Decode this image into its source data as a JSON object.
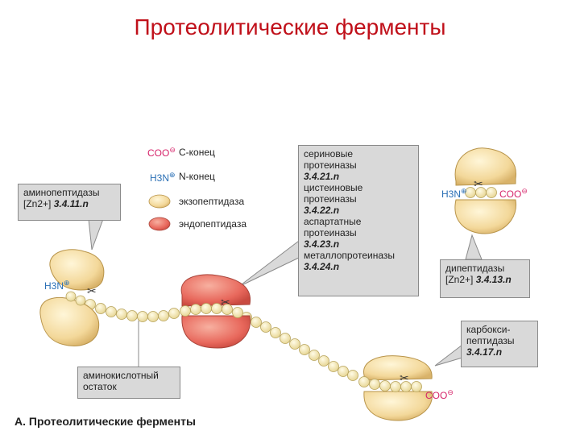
{
  "title": "Протеолитические ферменты",
  "legend": {
    "c_end_label": "С-конец",
    "c_end_symbol": "COO",
    "n_end_label": "N-конец",
    "n_end_symbol": "H3N",
    "exo_label": "экзопептидаза",
    "endo_label": "эндопептидаза"
  },
  "aminopeptidase": {
    "name": "аминопептидазы",
    "cofactor": "[Zn2+]",
    "ec": "3.4.11.n"
  },
  "endo_box": [
    {
      "name": "сериновые",
      "name2": "протеиназы",
      "ec": "3.4.21.n"
    },
    {
      "name": "цистеиновые",
      "name2": "протеиназы",
      "ec": "3.4.22.n"
    },
    {
      "name": "аспартатные",
      "name2": "протеиназы",
      "ec": "3.4.23.n"
    },
    {
      "name": "металлопротеиназы",
      "name2": "",
      "ec": "3.4.24.n"
    }
  ],
  "dipeptidase": {
    "name": "дипептидазы",
    "cofactor": "[Zn2+]",
    "ec": "3.4.13.n"
  },
  "carboxypeptidase": {
    "name1": "карбокси-",
    "name2": "пептидазы",
    "ec": "3.4.17.n"
  },
  "residue": {
    "line1": "аминокислотный",
    "line2": "остаток"
  },
  "caption": "А. Протеолитические ферменты",
  "colors": {
    "title": "#c0101a",
    "exo": "#f3dba0",
    "endo": "#e8685c",
    "bead": "#f2e6ae",
    "callout_bg": "#d9d9d9",
    "coo": "#d6246a",
    "h3n": "#2a6fb5"
  }
}
